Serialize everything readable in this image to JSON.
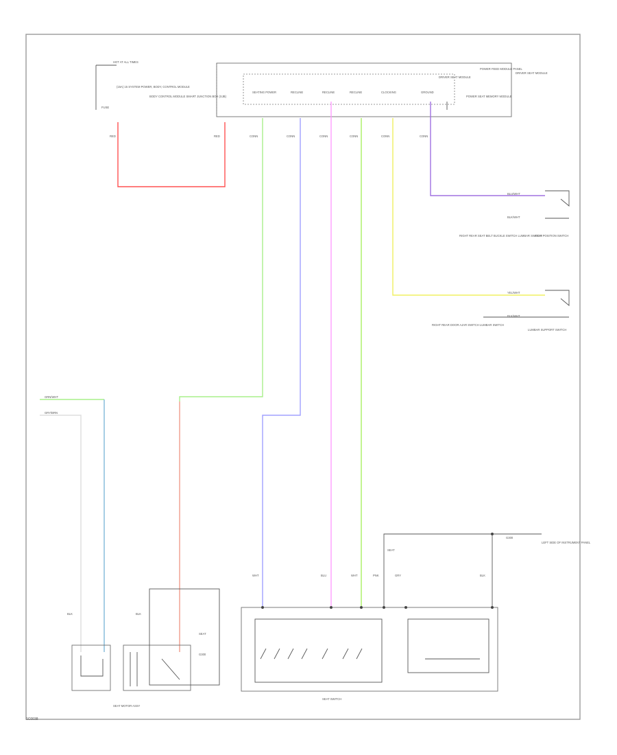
{
  "labels": {
    "hot_at_all_times": "HOT AT ALL TIMES",
    "fuse": "FUSE",
    "fuse_desc": "(15A) 15 SYSTEM POWER, BODY, CONTROL MODULE",
    "fuse_panel_desc": "BODY CONTROL MODULE SMART JUNCTION BOX (SJB)",
    "module_title": "DRIVER SEAT MODULE",
    "mod_pin1": "SEATING POWER",
    "mod_pin2": "RECLINE",
    "mod_pin3": "RECLINE",
    "mod_pin4": "RECLINE",
    "mod_pin5": "CLOCKING",
    "mod_pin6": "GROUND",
    "module_right": "DRIVER SEAT MODULE",
    "module_side": "POWER SEAT MEMORY MODULE",
    "wire_red1": "RED",
    "wire_red2": "RED",
    "wire_c1": "CONN",
    "wire_c2": "CONN",
    "wire_c3": "CONN",
    "wire_c4": "CONN",
    "wire_c5": "CONN",
    "wire_c6": "CONN",
    "sw1_wire": "BLU/WHT",
    "sw1_gnd": "BLK/WHT",
    "sw1_left": "RIGHT REAR SEAT BELT BUCKLE SWITCH LUMBAR SWITCH",
    "sw1_right": "SEAT POSITION SWITCH",
    "sw2_wire": "YEL/WHT",
    "sw2_gnd": "BLK/WHT",
    "sw2_left": "RIGHT REAR DOOR AJAR SWITCH LUMBAR SWITCH",
    "sw2_right": "LUMBAR SUPPORT SWITCH",
    "left_w1": "GRN/WHT",
    "left_w2": "GRY/BRN",
    "bottom_w1": "WHT",
    "bottom_w2": "BLU",
    "bottom_w3": "WHT",
    "bottom_w4": "PNK",
    "bottom_w5": "GRY",
    "bottom_w6": "BLK",
    "bottom_w7": "BLK",
    "bottom_w8": "BLK",
    "relay_label": "SEAT",
    "ground_label": "G300",
    "ground_desc": "LEFT SIDE OF INSTRUMENT PANEL",
    "left_comp": "SEAT MOTOR ASSY",
    "right_comp": "SEAT SWITCH",
    "top_right_note": "POWER FEED MODULE PANEL",
    "corner_code": "1C0038"
  }
}
